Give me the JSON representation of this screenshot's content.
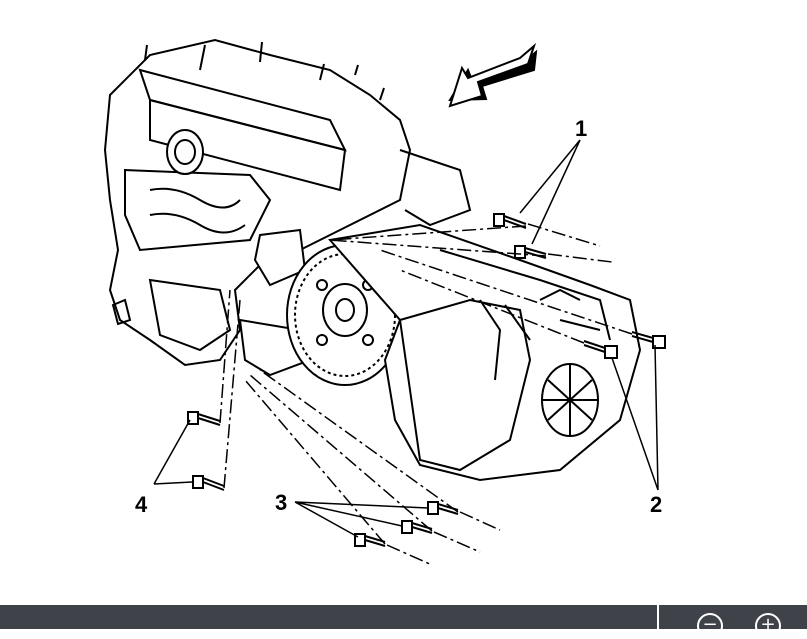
{
  "diagram": {
    "callouts": [
      "1",
      "2",
      "3",
      "4"
    ],
    "direction_arrow": "arrow-icon"
  },
  "toolbar": {
    "zoom_out_icon": "zoom-out-icon",
    "zoom_in_icon": "zoom-in-icon",
    "zoom_out_symbol": "−",
    "zoom_in_symbol": "+"
  },
  "colors": {
    "line": "#000000",
    "background": "#ffffff",
    "toolbar": "#3f4248"
  }
}
